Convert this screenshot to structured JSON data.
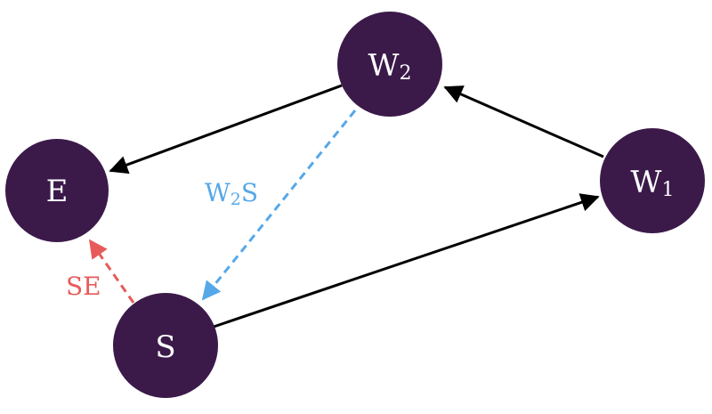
{
  "colors": {
    "node_fill": "#3b1a4a",
    "node_text": "#ffffff",
    "edge_solid": "#000000",
    "edge_w2s": "#55a8ea",
    "edge_se": "#e85a5a"
  },
  "nodes": {
    "e": {
      "label": "E",
      "sub": ""
    },
    "w2": {
      "label": "W",
      "sub": "2"
    },
    "w1": {
      "label": "W",
      "sub": "1"
    },
    "s": {
      "label": "S",
      "sub": ""
    }
  },
  "edges": {
    "w2s": {
      "label_main": "W",
      "label_sub": "2",
      "label_tail": "S",
      "style": "dashed"
    },
    "se": {
      "label": "SE",
      "style": "dashed"
    },
    "w2_to_e": {
      "style": "solid"
    },
    "w1_to_w2": {
      "style": "solid"
    },
    "s_to_w1": {
      "style": "solid"
    }
  }
}
